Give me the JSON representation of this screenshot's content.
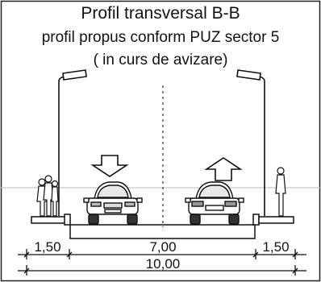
{
  "header": {
    "title": "Profil transversal  B-B",
    "subtitle": "profil propus conform PUZ sector 5",
    "status": "( in curs de avizare)"
  },
  "dimensions": {
    "left_sidewalk": "1,50",
    "roadway": "7,00",
    "right_sidewalk": "1,50",
    "total": "10,00"
  },
  "icons": {
    "left_lamp": "street-lamp-icon",
    "right_lamp": "street-lamp-icon",
    "down_arrow": "direction-down-arrow-icon",
    "up_arrow": "direction-up-arrow-icon",
    "left_car": "car-front-icon",
    "right_car": "car-rear-icon",
    "left_people": "pedestrians-icon",
    "right_person": "pedestrian-icon"
  }
}
